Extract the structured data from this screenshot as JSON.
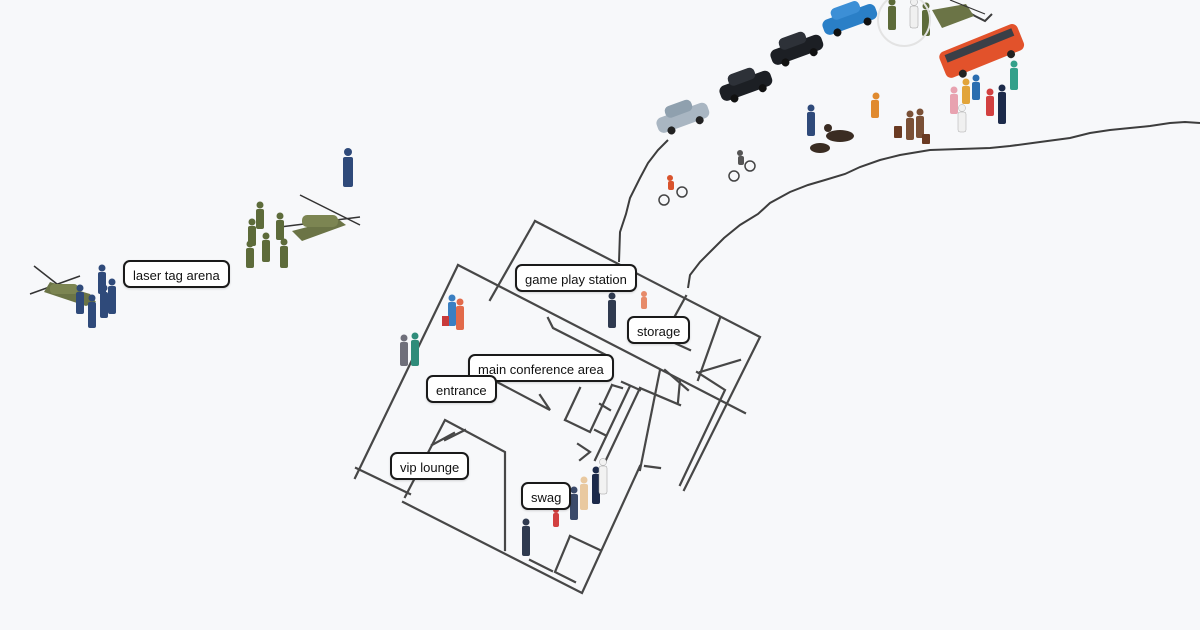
{
  "labels": {
    "laser_tag_arena": "laser tag arena",
    "game_play_station": "game play station",
    "storage": "storage",
    "main_conference_area": "main conference area",
    "entrance": "entrance",
    "vip_lounge": "vip lounge",
    "swag": "swag"
  },
  "colors": {
    "background": "#f7f8fa",
    "walls": "#444444",
    "label_border": "#1a1a1a",
    "bus": "#e2522b",
    "car_blue": "#2a7fc7",
    "car_black": "#1c1f24",
    "car_silver": "#a9b6c2",
    "military": "#6b7446",
    "police": "#2f4a7a"
  },
  "icons": [
    "helicopter-icon",
    "soldier-icon",
    "police-officer-icon",
    "car-icon",
    "bus-icon",
    "bicycle-icon",
    "dog-icon",
    "person-icon",
    "luggage-icon"
  ]
}
